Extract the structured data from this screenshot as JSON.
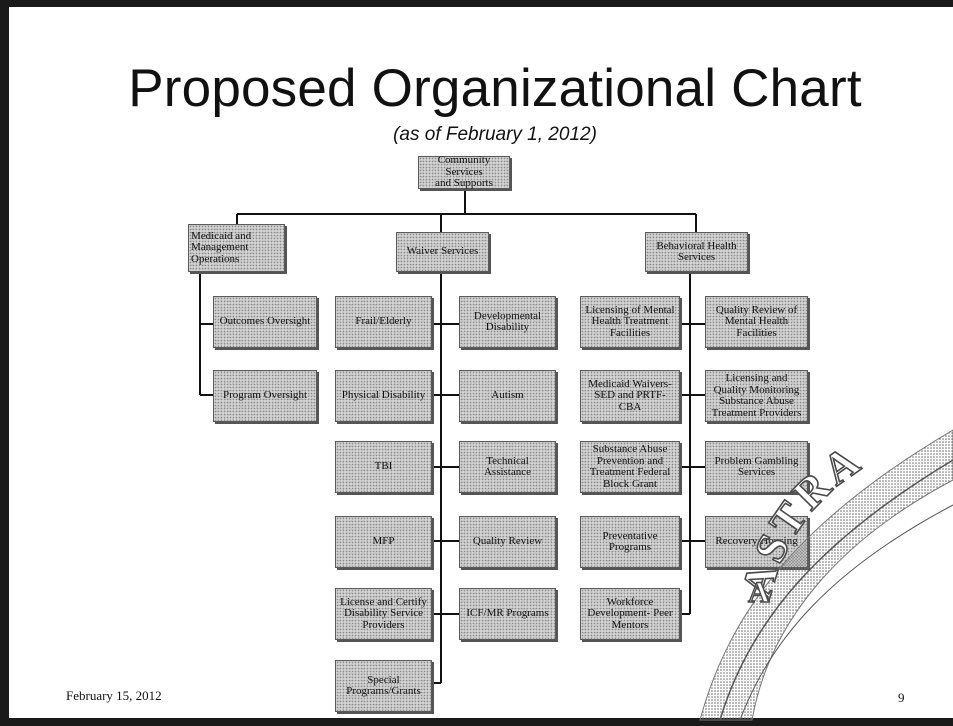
{
  "slide": {
    "title": "Proposed Organizational Chart",
    "subtitle": "(as of February 1, 2012)",
    "footer_date": "February 15, 2012",
    "page_number": "9"
  },
  "org_chart": {
    "root": "Community Services\nand Supports",
    "divisions": [
      {
        "name": "Medicaid and\nManagement\nOperations",
        "units": [
          "Outcomes Oversight",
          "Program Oversight"
        ]
      },
      {
        "name": "Waiver Services",
        "left_units": [
          "Frail/Elderly",
          "Physical Disability",
          "TBI",
          "MFP",
          "License and Certify\nDisability Service\nProviders",
          "Special\nPrograms/Grants"
        ],
        "right_units": [
          "Developmental\nDisability",
          "Autism",
          "Technical\nAssistance",
          "Quality Review",
          "ICF/MR Programs"
        ]
      },
      {
        "name": "Behavioral Health\nServices",
        "left_units": [
          "Licensing of Mental\nHealth Treatment\nFacilities",
          "Medicaid Waivers-\nSED and PRTF-\nCBA",
          "Substance Abuse\nPrevention and\nTreatment Federal\nBlock Grant",
          "Preventative\nPrograms",
          "Workforce\nDevelopment- Peer\nMentors"
        ],
        "right_units": [
          "Quality Review of\nMental Health\nFacilities",
          "Licensing and\nQuality Monitoring\nSubstance Abuse\nTreatment Providers",
          "Problem Gambling\nServices",
          "Recovery Housing"
        ]
      }
    ]
  },
  "stamp": {
    "text": "ASTRA",
    "letter_a": "A"
  }
}
